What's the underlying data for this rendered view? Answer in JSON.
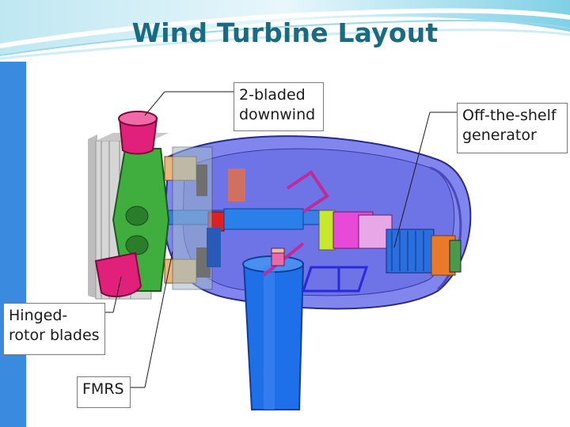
{
  "slide": {
    "title": "Wind Turbine Layout"
  },
  "callouts": {
    "two_bladed": {
      "line1": "2-bladed",
      "line2": "downwind"
    },
    "generator": {
      "line1": "Off-the-shelf",
      "line2": "generator"
    },
    "hinged": {
      "line1": "Hinged-",
      "line2": "rotor blades"
    },
    "fmrs": {
      "line1": "FMRS"
    }
  },
  "colors": {
    "title": "#1a6b82",
    "side_bar": "#3a8be0",
    "nacelle": "#7b7ff0",
    "tower": "#1f6fe8",
    "hub": "#e0207a",
    "generator": "#2a6fe0",
    "hub_green": "#3fae3f"
  }
}
